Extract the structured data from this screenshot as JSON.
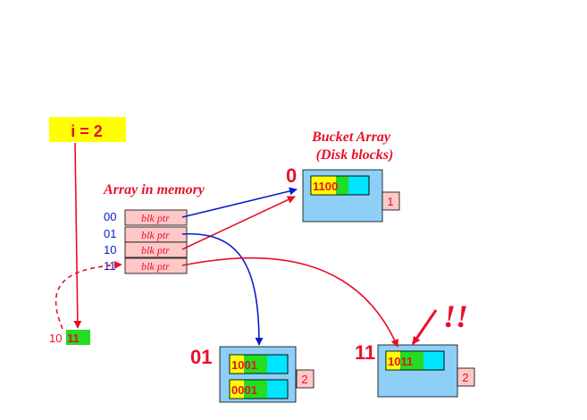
{
  "colors": {
    "red": "#e8102a",
    "blue": "#0a1ad0",
    "yellow": "#ffff00",
    "green": "#22dd22",
    "bucket_fill": "#8ecff8",
    "record_cyan": "#00e5ff",
    "pink": "#ffc8c8"
  },
  "global_depth": {
    "label": "i = 2"
  },
  "memory_array": {
    "title": "Array in memory",
    "rows": [
      {
        "index": "00",
        "cell": "blk ptr",
        "target": "bucket_0"
      },
      {
        "index": "01",
        "cell": "blk ptr",
        "target": "bucket_01"
      },
      {
        "index": "10",
        "cell": "blk ptr",
        "target": "bucket_0"
      },
      {
        "index": "11",
        "cell": "blk ptr",
        "target": "bucket_11"
      }
    ]
  },
  "bucket_array": {
    "title_line1": "Bucket Array",
    "title_line2": "(Disk blocks)"
  },
  "buckets": [
    {
      "id": "bucket_0",
      "label": "0",
      "local_depth": "1",
      "records": [
        {
          "hi": "11",
          "rest": "00"
        }
      ]
    },
    {
      "id": "bucket_01",
      "label": "01",
      "local_depth": "2",
      "records": [
        {
          "hi": "10",
          "rest": "01"
        },
        {
          "hi": "00",
          "rest": "01"
        }
      ]
    },
    {
      "id": "bucket_11",
      "label": "11",
      "local_depth": "2",
      "records": [
        {
          "hi": "10",
          "rest": "11"
        }
      ]
    }
  ],
  "search_key": {
    "prefix": "10",
    "suffix": "11"
  },
  "annotation": {
    "exclaim": "!!"
  }
}
